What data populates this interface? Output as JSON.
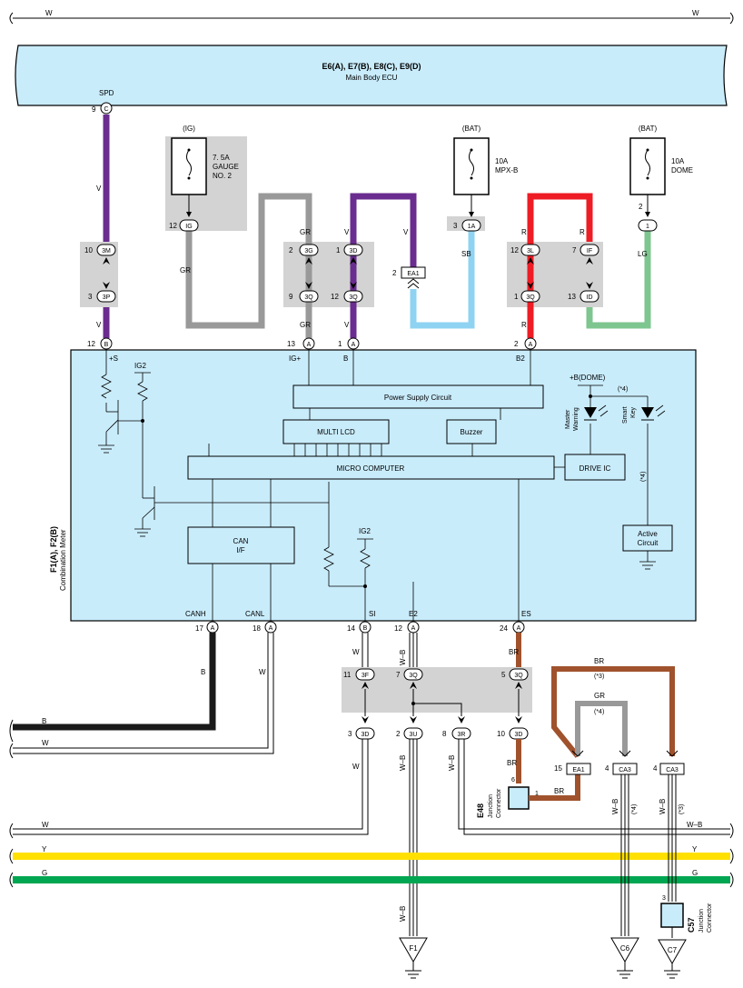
{
  "ecu": {
    "connectors": "E6(A), E7(B), E8(C), E9(D)",
    "name": "Main Body ECU"
  },
  "meter": {
    "connectors": "F1(A), F2(B)",
    "name": "Combination Meter"
  },
  "top_wire": {
    "left": "W",
    "right": "W"
  },
  "spd_pin": {
    "name": "SPD",
    "num": "9",
    "conn": "C"
  },
  "fuses": [
    {
      "src": "(IG)",
      "amp": "7. 5A",
      "name1": "GAUGE",
      "name2": "NO. 2",
      "pin": "12",
      "conn": "IG"
    },
    {
      "src": "(BAT)",
      "amp": "10A",
      "name1": "MPX-B",
      "name2": "",
      "pin": "3",
      "conn": "1A"
    },
    {
      "src": "(BAT)",
      "amp": "10A",
      "name1": "DOME",
      "name2": "",
      "pin": "2",
      "conn": "1"
    }
  ],
  "wire_colors": {
    "spd_v1": "V",
    "spd_v2": "V",
    "gr1": "GR",
    "gr2": "GR",
    "gr3": "GR",
    "v_top": "V",
    "v_right": "V",
    "v_bot": "V",
    "sb": "SB",
    "r1": "R",
    "r2": "R",
    "r3": "R",
    "lg": "LG",
    "canh": "B",
    "canl": "W",
    "si": "W",
    "e2": "W–B",
    "es": "BR",
    "si_bot": "W",
    "e2_bot": "W–B",
    "r3r_bot": "W–B",
    "ea1_br": "BR",
    "br_top": "BR",
    "gr_top": "GR",
    "ca3a": "W–B",
    "ca3b": "W–B",
    "f1_wire": "W–B",
    "bot_b": "B",
    "bot_w": "W",
    "bus_w": "W",
    "bus_w_right": "W–B",
    "bus_y": "Y",
    "bus_y_right": "Y",
    "bus_g": "G",
    "bus_g_right": "G",
    "br_je": "BR"
  },
  "junctions": {
    "j10": "10",
    "j3M": "3M",
    "j3": "3",
    "j3P": "3P",
    "j2": "2",
    "j3G": "3G",
    "j9": "9",
    "j3Q_a": "3Q",
    "j1": "1",
    "j3D": "3D",
    "j12": "12",
    "j3Q_b": "3Q",
    "ea1_num": "2",
    "ea1": "EA1",
    "j12b": "12",
    "j3L": "3L",
    "j1b": "1",
    "j3Q_c": "3Q",
    "j7": "7",
    "jIF": "IF",
    "j13": "13",
    "jID": "ID",
    "b11": "11",
    "b3F": "3F",
    "b7": "7",
    "b3Q": "3Q",
    "b5": "5",
    "b3Q2": "3Q",
    "b3": "3",
    "b3D": "3D",
    "b2": "2",
    "b3U": "3U",
    "b8": "8",
    "b3R": "3R",
    "b10": "10",
    "b3D2": "3D"
  },
  "meter_pins_top": [
    {
      "num": "12",
      "conn": "B",
      "label": "+S"
    },
    {
      "num": "13",
      "conn": "A",
      "label": "IG+"
    },
    {
      "num": "1",
      "conn": "A",
      "label": "B"
    },
    {
      "num": "2",
      "conn": "A",
      "label": "B2"
    }
  ],
  "meter_pins_bottom": [
    {
      "num": "17",
      "conn": "A",
      "label": "CANH"
    },
    {
      "num": "18",
      "conn": "A",
      "label": "CANL"
    },
    {
      "num": "14",
      "conn": "B",
      "label": "SI"
    },
    {
      "num": "12",
      "conn": "A",
      "label": "E2"
    },
    {
      "num": "24",
      "conn": "A",
      "label": "ES"
    }
  ],
  "internal": {
    "ig2_top": "IG2",
    "ig2_bot": "IG2",
    "psc": "Power Supply Circuit",
    "lcd": "MULTI LCD",
    "buzzer": "Buzzer",
    "micro": "MICRO COMPUTER",
    "drive": "DRIVE IC",
    "can1": "CAN",
    "can2": "I/F",
    "active1": "Active",
    "active2": "Circuit",
    "bdome": "+B(DOME)",
    "star4a": "(*4)",
    "star4b": "(*4)",
    "mw1": "Master",
    "mw2": "Warning",
    "sk1": "Smart",
    "sk2": "Key"
  },
  "right_conns": [
    {
      "num": "15",
      "name": "EA1"
    },
    {
      "num": "4",
      "name": "CA3"
    },
    {
      "num": "4",
      "name": "CA3"
    }
  ],
  "stars": {
    "s3a": "(*3)",
    "s4a": "(*4)",
    "s4b": "(*4)",
    "s3b": "(*3)"
  },
  "e48": {
    "id": "E48",
    "l1": "Junction",
    "l2": "Connector",
    "p6": "6",
    "p1": "1"
  },
  "c57": {
    "id": "C57",
    "l1": "Junction",
    "l2": "Connector",
    "p3": "3"
  },
  "grounds": {
    "f1": "F1",
    "c6": "C6",
    "c7": "C7"
  },
  "colors": {
    "purple": "#6a2c8e",
    "gray": "#999999",
    "skyblue": "#8fd3f2",
    "red": "#ee1c25",
    "lightgreen": "#7ec68f",
    "brown": "#a0522d",
    "black": "#1a1a1a",
    "yellow": "#ffe000",
    "green": "#00a651",
    "panel": "#c9ecfb",
    "shade": "#d3d3d3"
  }
}
